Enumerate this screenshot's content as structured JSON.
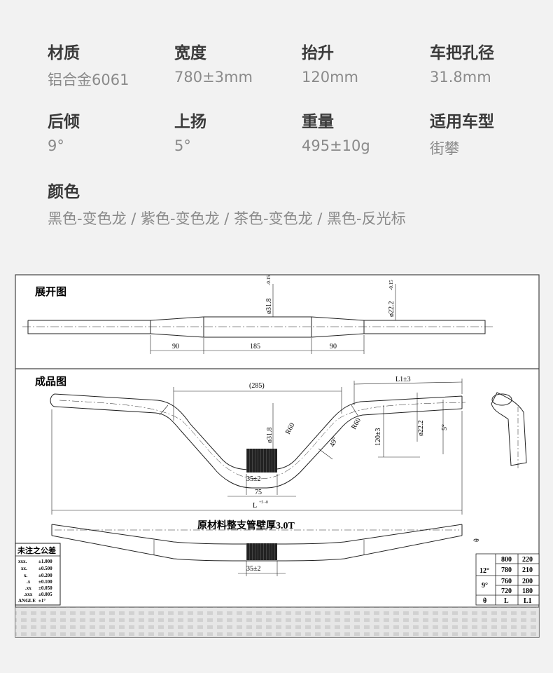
{
  "specs": [
    {
      "label": "材质",
      "value": "铝合金6061"
    },
    {
      "label": "宽度",
      "value": "780±3mm"
    },
    {
      "label": "抬升",
      "value": "120mm"
    },
    {
      "label": "车把孔径",
      "value": "31.8mm"
    },
    {
      "label": "后倾",
      "value": "9°"
    },
    {
      "label": "上扬",
      "value": "5°"
    },
    {
      "label": "重量",
      "value": "495±10g"
    },
    {
      "label": "适用车型",
      "value": "街攀"
    }
  ],
  "colors": {
    "label": "颜色",
    "value": "黑色-变色龙 / 紫色-变色龙 / 茶色-变色龙 / 黑色-反光标"
  },
  "drawing": {
    "unfold_title": "展开图",
    "product_title": "成品图",
    "dia_318": "ø31.8",
    "dia_222": "ø22.2",
    "tol_top": "-0",
    "tol_bot": "-0.15",
    "dim_90a": "90",
    "dim_185": "185",
    "dim_90b": "90",
    "dim_285": "(285)",
    "dim_l1": "L1±3",
    "dim_r60a": "R60",
    "dim_r60b": "R60",
    "dim_49": "49°",
    "dim_120": "120±3",
    "dim_5deg": "5°",
    "dim_35a": "35±2",
    "dim_75": "75",
    "dim_l": "L",
    "dim_l_tol": "+5 -0",
    "dim_35b": "35±2",
    "theta": "θ",
    "material_note": "原材料整支管壁厚3.0T",
    "tolerance_title": "未注之公差",
    "tolerances": [
      {
        "k": "xxx.",
        "v": "±1.000"
      },
      {
        "k": "xx.",
        "v": "±0.500"
      },
      {
        "k": "x.",
        "v": "±0.200"
      },
      {
        "k": ".x",
        "v": "±0.100"
      },
      {
        "k": ".xx",
        "v": "±0.050"
      },
      {
        "k": ".xxx",
        "v": "±0.005"
      },
      {
        "k": "ANGLE",
        "v": "±1°"
      }
    ],
    "size_table": {
      "rows": [
        [
          "800",
          "220"
        ],
        [
          "780",
          "210"
        ],
        [
          "760",
          "200"
        ],
        [
          "720",
          "180"
        ]
      ],
      "angle_12": "12°",
      "angle_9": "9°",
      "head": [
        "θ",
        "L",
        "L1"
      ]
    }
  }
}
